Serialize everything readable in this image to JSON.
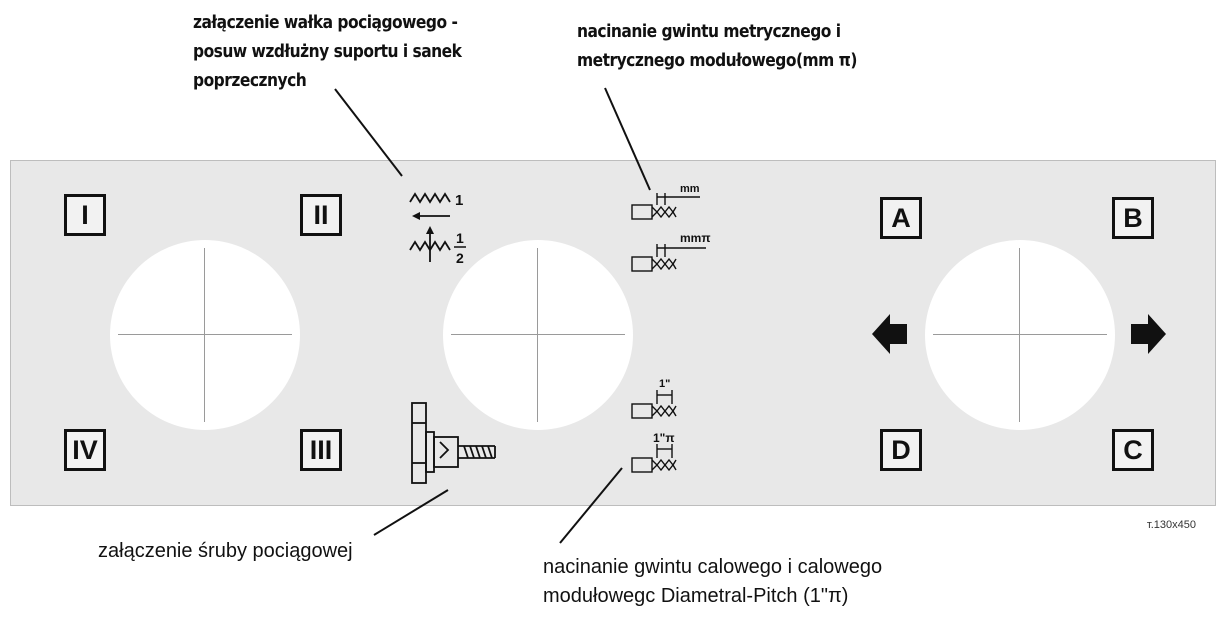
{
  "annotations": {
    "feed_shaft": "załączenie wałka pociągowego -\nposuw wzdłużny suportu i sanek\npoprzecznych",
    "metric_thread": "nacinanie gwintu metrycznego i\nmetrycznego modułowego(mm π)",
    "lead_screw": "załączenie śruby pociągowej",
    "inch_thread": "nacinanie gwintu calowego i calowego\nmodułowegc Diametral-Pitch (1\"π)"
  },
  "left_panel": {
    "top_left": "I",
    "top_right": "II",
    "bottom_left": "IV",
    "bottom_right": "III"
  },
  "right_panel": {
    "top_left": "A",
    "top_right": "B",
    "bottom_left": "D",
    "bottom_right": "C"
  },
  "symbols": {
    "feed_ratio_1": "1",
    "feed_ratio_half_num": "1",
    "feed_ratio_half_den": "2",
    "metric_unit": "mm",
    "metric_module_unit": "mmπ",
    "inch_unit": "1\"",
    "inch_dp_unit": "1\"π"
  },
  "reference_code": "т.130x450",
  "colors": {
    "panel": "#e8e8e8",
    "ink": "#111111",
    "dial": "#ffffff"
  }
}
